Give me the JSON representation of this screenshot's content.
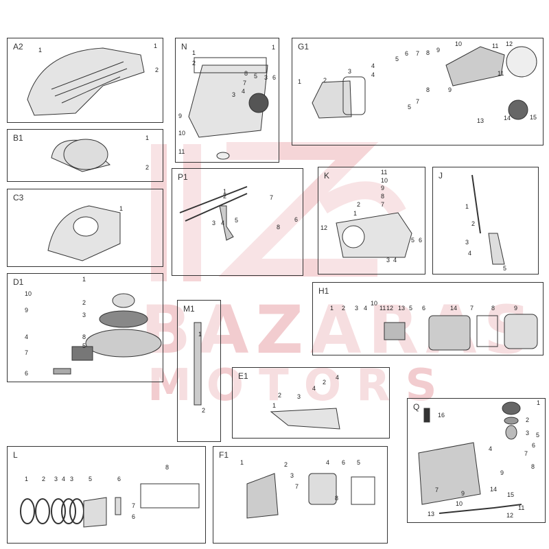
{
  "watermark": {
    "line1": "BAZARAS",
    "line2": "MOTORS"
  },
  "panels": [
    {
      "id": "A2",
      "title": "A2",
      "callouts": [
        "1",
        "1",
        "2"
      ]
    },
    {
      "id": "N",
      "title": "N",
      "callouts": [
        "1",
        "1",
        "2",
        "8",
        "7",
        "5",
        "3",
        "6",
        "4",
        "3",
        "9",
        "10",
        "11"
      ]
    },
    {
      "id": "G1",
      "title": "G1",
      "callouts": [
        "1",
        "2",
        "3",
        "4",
        "4",
        "5",
        "6",
        "7",
        "8",
        "9",
        "10",
        "11",
        "11",
        "12",
        "9",
        "8",
        "7",
        "5",
        "13",
        "14",
        "15"
      ]
    },
    {
      "id": "B1",
      "title": "B1",
      "callouts": [
        "1",
        "2"
      ]
    },
    {
      "id": "C3",
      "title": "C3",
      "callouts": [
        "1"
      ]
    },
    {
      "id": "D1",
      "title": "D1",
      "callouts": [
        "1",
        "10",
        "2",
        "9",
        "3",
        "4",
        "8",
        "5",
        "7",
        "6"
      ]
    },
    {
      "id": "P1",
      "title": "P1",
      "callouts": [
        "1",
        "2",
        "3",
        "4",
        "5",
        "7",
        "6",
        "8"
      ]
    },
    {
      "id": "K",
      "title": "K",
      "callouts": [
        "11",
        "10",
        "9",
        "8",
        "7",
        "2",
        "1",
        "12",
        "5",
        "6",
        "3",
        "4"
      ]
    },
    {
      "id": "J",
      "title": "J",
      "callouts": [
        "1",
        "2",
        "3",
        "4",
        "5"
      ]
    },
    {
      "id": "M1",
      "title": "M1",
      "callouts": [
        "1",
        "2"
      ]
    },
    {
      "id": "H1",
      "title": "H1",
      "callouts": [
        "1",
        "2",
        "3",
        "4",
        "10",
        "11",
        "12",
        "13",
        "5",
        "6",
        "14",
        "7",
        "8",
        "9"
      ]
    },
    {
      "id": "E1",
      "title": "E1",
      "callouts": [
        "4",
        "2",
        "4",
        "3",
        "2",
        "1"
      ]
    },
    {
      "id": "L",
      "title": "L",
      "callouts": [
        "1",
        "2",
        "3",
        "4",
        "3",
        "5",
        "6",
        "7",
        "6",
        "8"
      ]
    },
    {
      "id": "F1",
      "title": "F1",
      "callouts": [
        "1",
        "2",
        "3",
        "4",
        "6",
        "5",
        "7",
        "8"
      ]
    },
    {
      "id": "Q",
      "title": "Q",
      "callouts": [
        "16",
        "1",
        "2",
        "3",
        "5",
        "6",
        "4",
        "7",
        "8",
        "9",
        "14",
        "15",
        "7",
        "9",
        "10",
        "11",
        "13",
        "12"
      ]
    }
  ]
}
